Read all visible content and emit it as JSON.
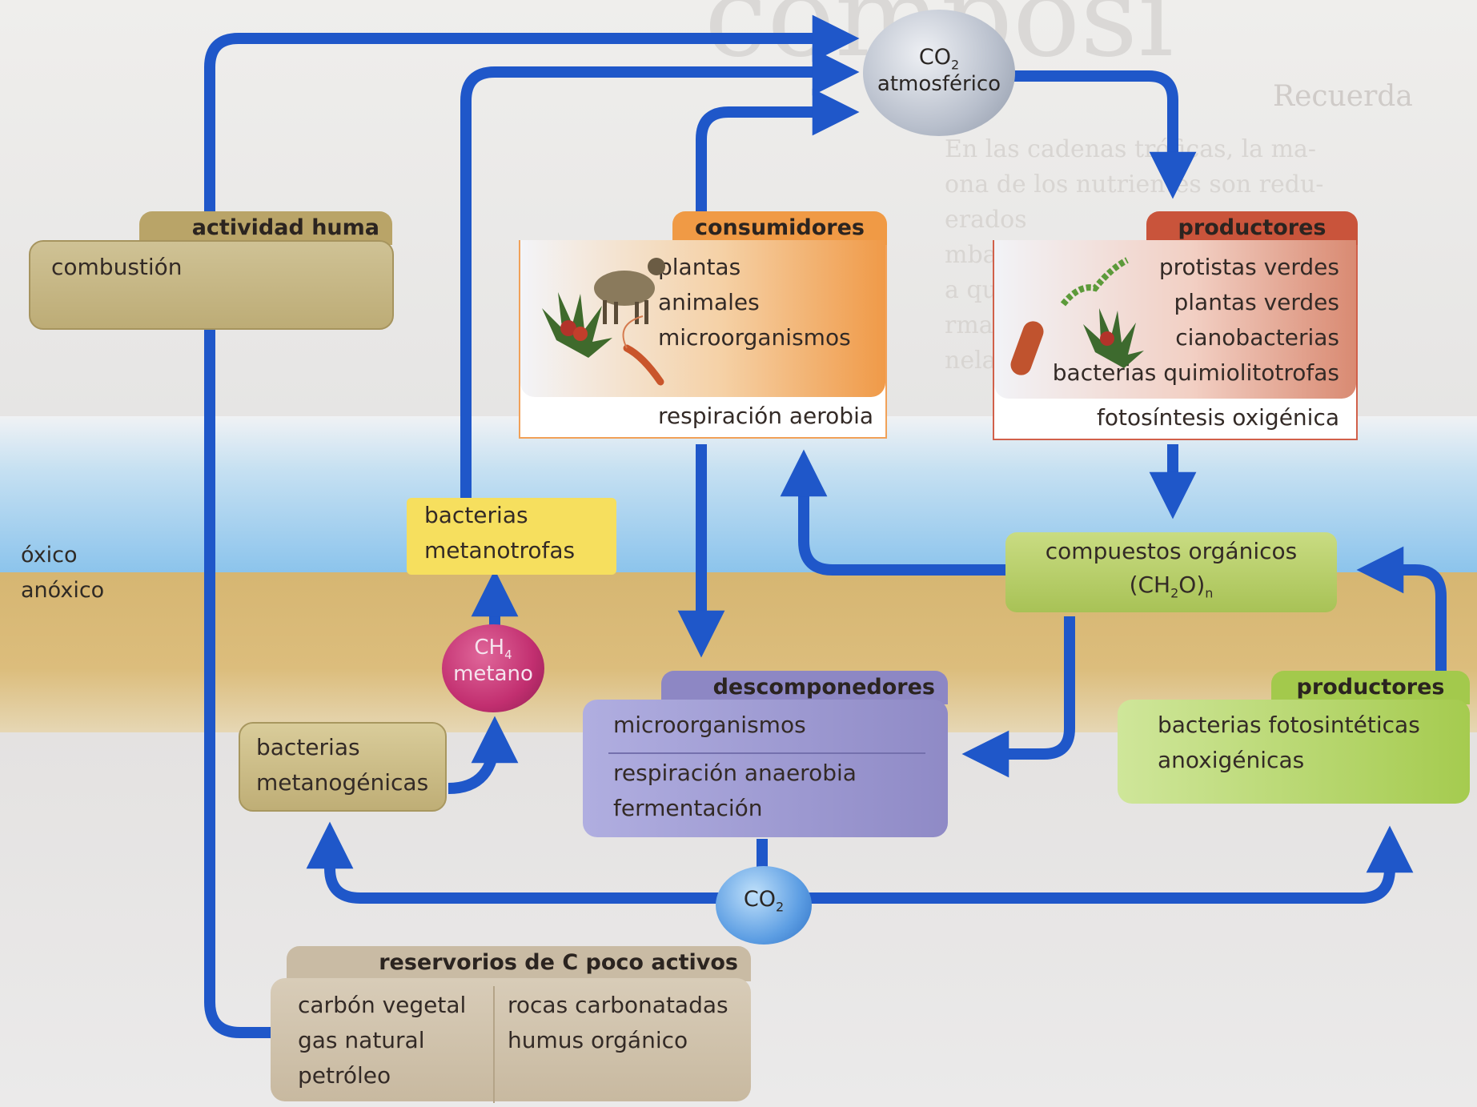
{
  "nodes": {
    "co2_atmos": {
      "formula": "CO",
      "sub": "2",
      "label": "atmosférico"
    },
    "actividad": {
      "title": "actividad huma",
      "items": [
        "combustión"
      ]
    },
    "consumidores": {
      "title": "consumidores",
      "items": [
        "plantas",
        "animales",
        "microorganismos"
      ],
      "process": "respiración aerobia"
    },
    "productores_top": {
      "title": "productores",
      "items": [
        "protistas verdes",
        "plantas verdes",
        "cianobacterias",
        "bacterias quimiolitotrofas"
      ],
      "process": "fotosíntesis oxigénica"
    },
    "metanotrofas": {
      "lines": [
        "bacterias",
        "metanotrofas"
      ]
    },
    "compuestos": {
      "line1": "compuestos orgánicos",
      "formula_pre": "(CH",
      "formula_sub": "2",
      "formula_post": "O)",
      "formula_n": "n"
    },
    "metano": {
      "formula": "CH",
      "sub": "4",
      "label": "metano"
    },
    "metanogenicas": {
      "lines": [
        "bacterias",
        "metanogénicas"
      ]
    },
    "descomponedores": {
      "title": "descomponedores",
      "items": [
        "microorganismos"
      ],
      "processes": [
        "respiración anaerobia",
        "fermentación"
      ]
    },
    "productores_bottom": {
      "title": "productores",
      "items": [
        "bacterias fotosintéticas",
        "anoxigénicas"
      ]
    },
    "co2_bottom": {
      "formula": "CO",
      "sub": "2"
    },
    "reservorios": {
      "title": "reservorios de C poco activos",
      "col1": [
        "carbón vegetal",
        "gas natural",
        "petróleo"
      ],
      "col2": [
        "rocas carbonatadas",
        "humus orgánico"
      ]
    }
  },
  "layers": {
    "oxic": "óxico",
    "anoxic": "anóxico"
  },
  "colors": {
    "arrow": "#1f57c9",
    "consumidores": "#f0a050",
    "productores_top": "#cd5a3c",
    "productores_bottom": "#a9cd50",
    "descomponedores": "#8e89c6",
    "actividad": "#bca66a",
    "metanotrofas": "#f6e060",
    "metano": "#c0306c",
    "co2": "#5d9ee3"
  },
  "background_text": {
    "giant": "composi",
    "right_header": "Recuerda",
    "right_lines": [
      "En las cadenas tróficas, la ma-",
      "ona de los nutrientes son redu-",
      "erados",
      "mbargo",
      "a que",
      "rma de",
      "nela de"
    ]
  }
}
